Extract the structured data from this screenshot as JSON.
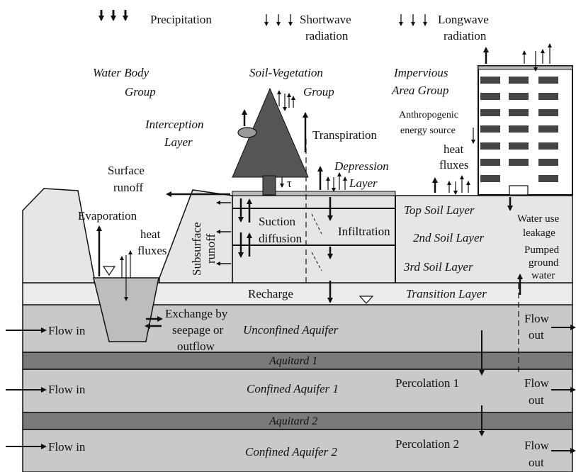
{
  "legend": {
    "precipitation": "Precipitation",
    "shortwave_1": "Shortwave",
    "shortwave_2": "radiation",
    "longwave_1": "Longwave",
    "longwave_2": "radiation"
  },
  "groups": {
    "water_body_1": "Water Body",
    "water_body_2": "Group",
    "soil_veg_1": "Soil-Vegetation",
    "soil_veg_2": "Group",
    "impervious_1": "Impervious",
    "impervious_2": "Area Group"
  },
  "labels": {
    "interception_1": "Interception",
    "interception_2": "Layer",
    "transpiration": "Transpiration",
    "anthropogenic_1": "Anthropogenic",
    "anthropogenic_2": "energy source",
    "heat_fluxes_1": "heat",
    "heat_fluxes_2": "fluxes",
    "depression_1": "Depression",
    "depression_2": "Layer",
    "tau": "τ",
    "surface_runoff_1": "Surface",
    "surface_runoff_2": "runoff",
    "evaporation": "Evaporation",
    "heat_fluxes_left_1": "heat",
    "heat_fluxes_left_2": "fluxes",
    "subsurface_runoff_1": "Subsurface",
    "subsurface_runoff_2": "runoff",
    "suction_1": "Suction",
    "suction_2": "diffusion",
    "infiltration": "Infiltration",
    "water_use_1": "Water use",
    "water_use_2": "leakage",
    "pumped_1": "Pumped",
    "pumped_2": "ground",
    "pumped_3": "water",
    "recharge": "Recharge",
    "exchange_1": "Exchange by",
    "exchange_2": "seepage or",
    "exchange_3": "outflow",
    "flow_in": "Flow in",
    "flow_out_1": "Flow",
    "flow_out_2": "out",
    "percolation_1": "Percolation 1",
    "percolation_2": "Percolation 2"
  },
  "layers": {
    "top_soil": "Top Soil Layer",
    "soil_2": "2nd Soil Layer",
    "soil_3": "3rd Soil Layer",
    "transition": "Transition Layer",
    "unconfined": "Unconfined Aquifer",
    "aquitard_1": "Aquitard 1",
    "confined_1": "Confined Aquifer 1",
    "aquitard_2": "Aquitard 2",
    "confined_2": "Confined Aquifer 2"
  },
  "colors": {
    "soil": "#e6e6e6",
    "transition": "#ececec",
    "aquifer": "#c9c9c9",
    "aquitard": "#7a7a7a",
    "tree": "#555555",
    "water": "#bdbdbd"
  }
}
